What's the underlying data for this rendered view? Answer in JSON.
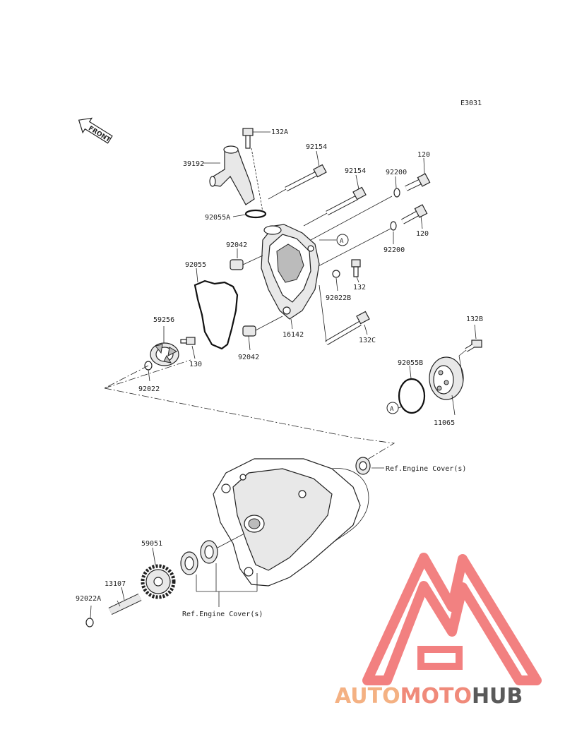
{
  "diagram_code": "E3031",
  "front_label": "FRONT",
  "ref_label_a": "A",
  "parts": {
    "p132A": "132A",
    "p39192": "39192",
    "p92154a": "92154",
    "p92154b": "92154",
    "p92200a": "92200",
    "p120a": "120",
    "p92055A": "92055A",
    "p120b": "120",
    "p92200b": "92200",
    "p92042a": "92042",
    "p92055": "92055",
    "p132": "132",
    "p92022B": "92022B",
    "p59256": "59256",
    "p16142": "16142",
    "p132C": "132C",
    "p132B": "132B",
    "p130": "130",
    "p92042b": "92042",
    "p92055B": "92055B",
    "p92022": "92022",
    "p11065": "11065",
    "p59051": "59051",
    "p13107": "13107",
    "p92022A": "92022A"
  },
  "ref_engine_cover_right": "Ref.Engine Cover(s)",
  "ref_engine_cover_bottom": "Ref.Engine Cover(s)",
  "brand": {
    "part1": "AUTO",
    "part2": "MOTO",
    "part3": "HUB",
    "color1": "#f4b183",
    "color2": "#f08a7a",
    "color3": "#5a5a5a",
    "logo_color": "#f06b6b"
  }
}
